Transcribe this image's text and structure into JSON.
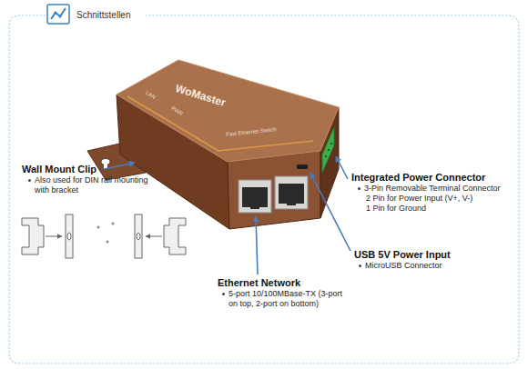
{
  "diagram": {
    "title": "Schnittstellen",
    "labels": [
      "WoMaster",
      "LAN",
      "PWR",
      "Fast Ethernet Switch",
      "Wall Mount Clip",
      "Also used for DIN rail mounting with bracket",
      "Integrated Power Connector",
      "3-Pin Removable Terminal Connector",
      "2 Pin for Power Input (V+, V-)",
      "1 Pin for Ground",
      "USB 5V Power Input",
      "MicroUSB Connector",
      "Ethernet Network",
      "5-port 10/100MBase-TX (3-port on top, 2-port on bottom)"
    ]
  }
}
